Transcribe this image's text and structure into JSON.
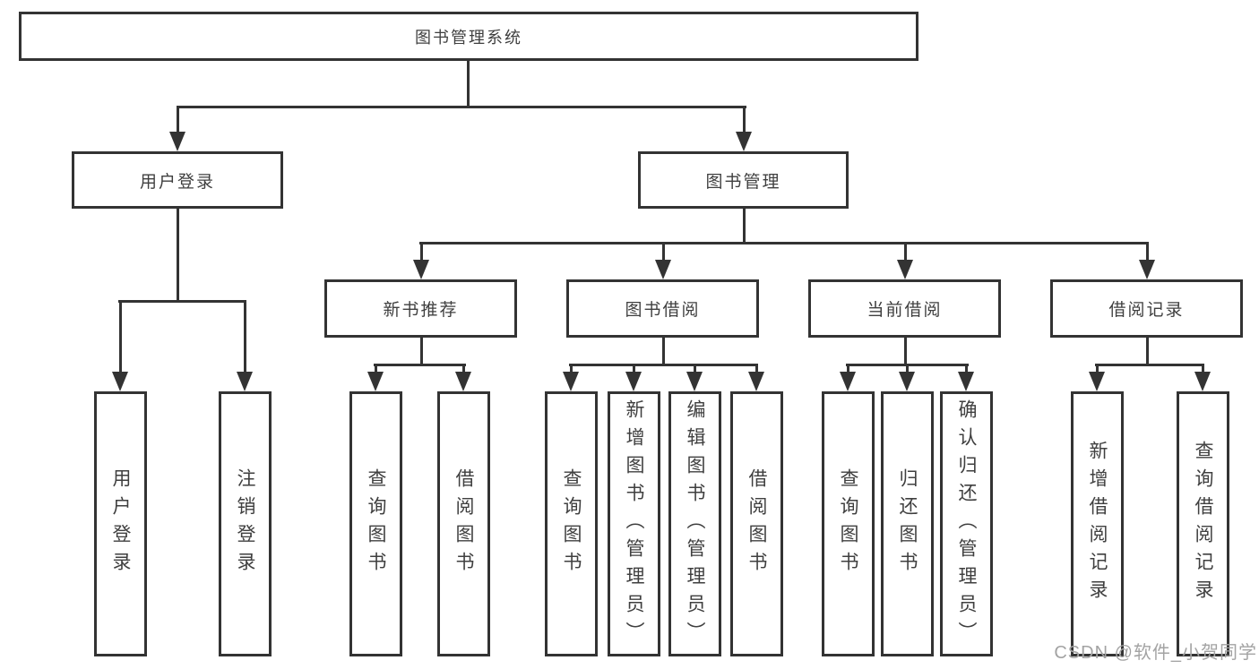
{
  "diagram": {
    "root": {
      "label": "图书管理系统"
    },
    "branches": [
      {
        "label": "用户登录",
        "children": [
          "用户登录",
          "注销登录"
        ]
      },
      {
        "label": "图书管理",
        "sections": [
          {
            "label": "新书推荐",
            "children": [
              "查询图书",
              "借阅图书"
            ]
          },
          {
            "label": "图书借阅",
            "children": [
              "查询图书",
              "新增图书（管理员）",
              "编辑图书（管理员）",
              "借阅图书"
            ]
          },
          {
            "label": "当前借阅",
            "children": [
              "查询图书",
              "归还图书",
              "确认归还（管理员）"
            ]
          },
          {
            "label": "借阅记录",
            "children": [
              "新增借阅记录",
              "查询借阅记录"
            ]
          }
        ]
      }
    ]
  },
  "watermark": "CSDN @软件_小贺同学",
  "colors": {
    "line": "#333333",
    "text": "#3f3f3f",
    "watermark": "#a3a3a3",
    "background": "#ffffff"
  }
}
